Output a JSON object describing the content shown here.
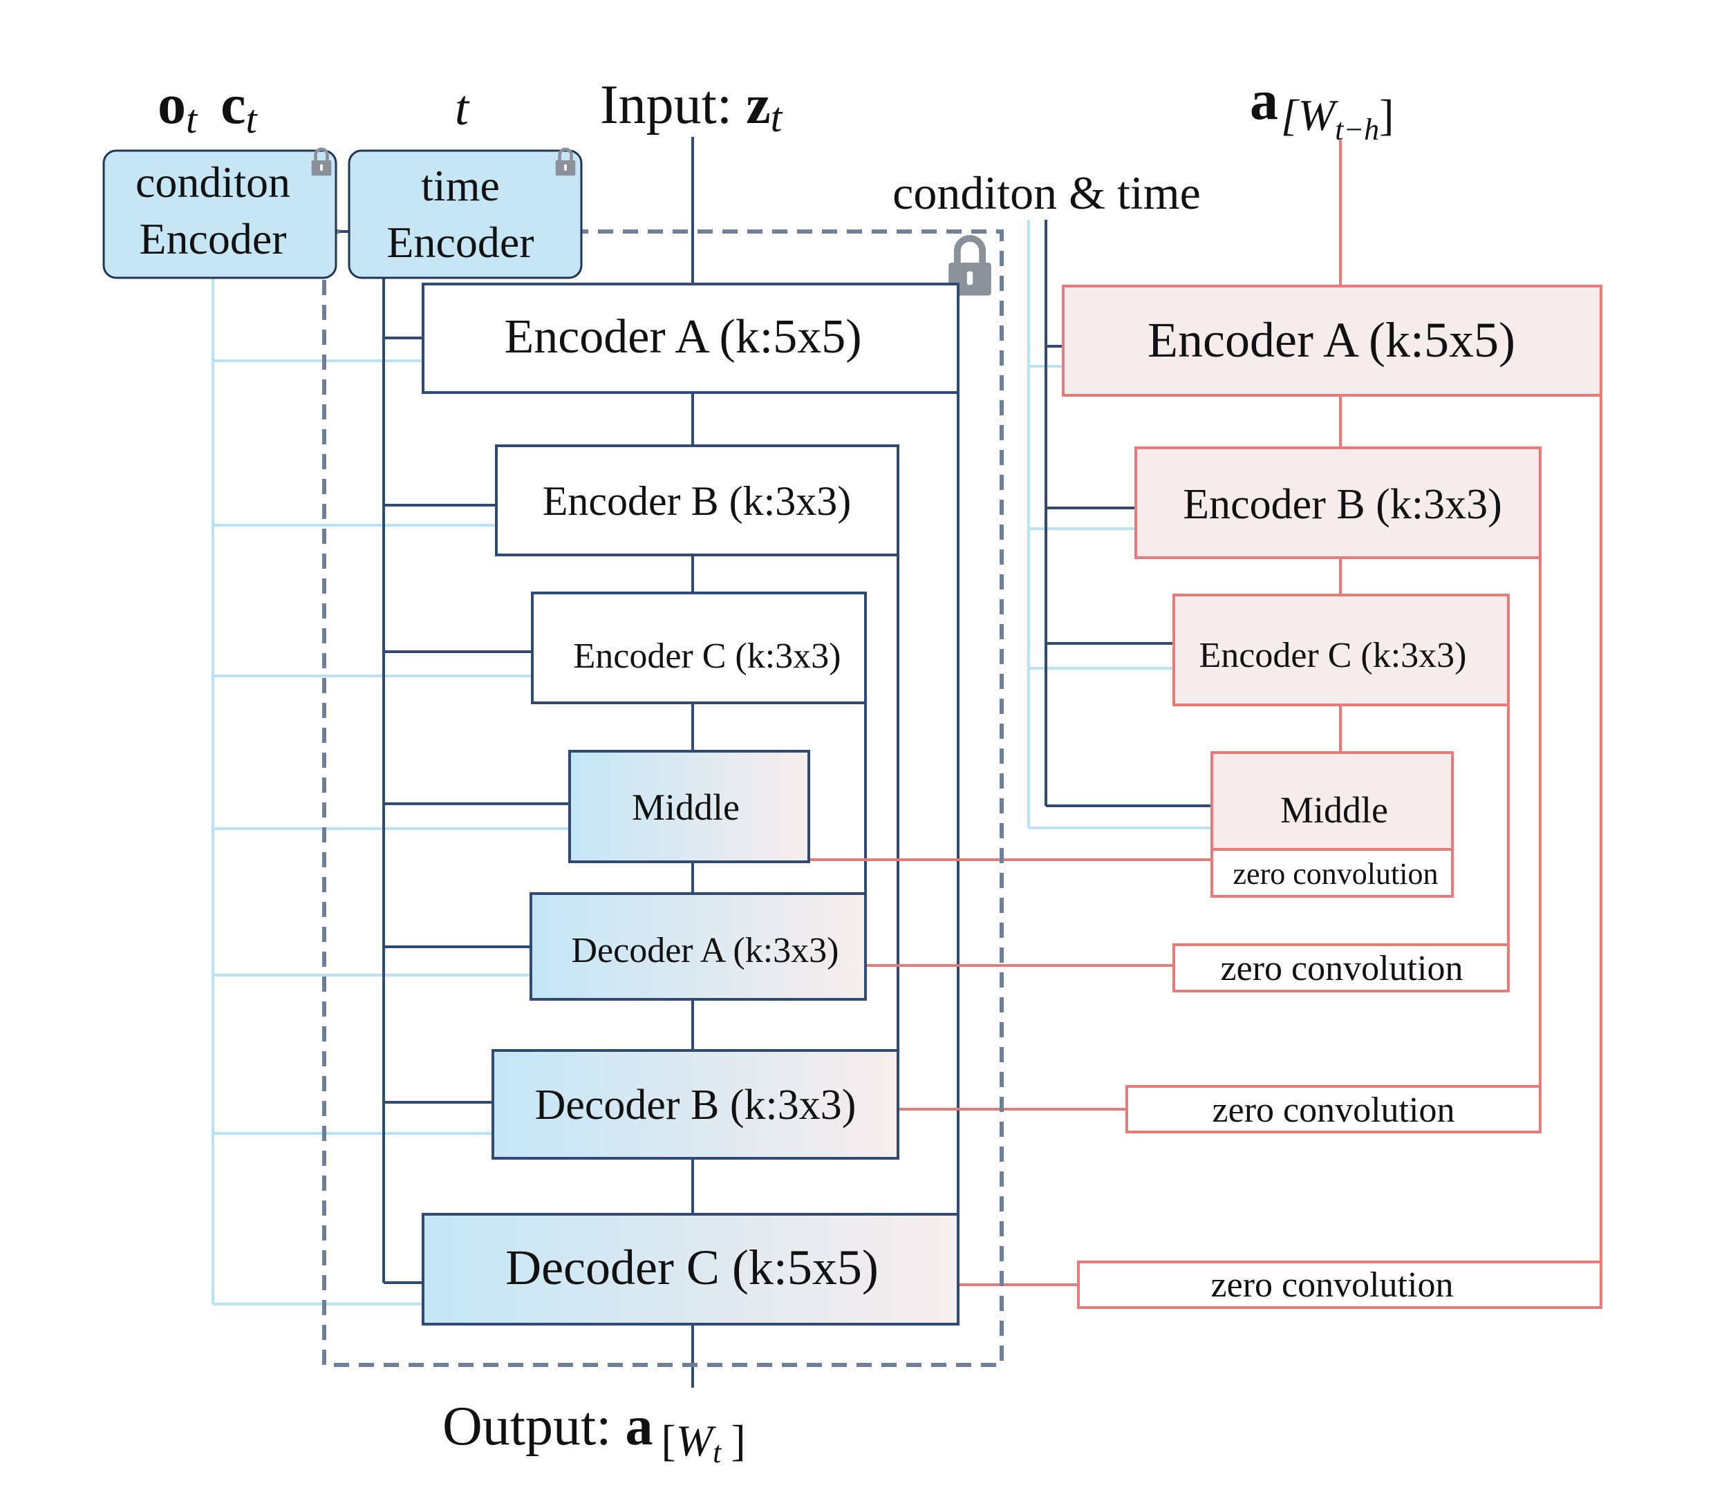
{
  "labels": {
    "input_prefix": "Input: ",
    "input_var": "z",
    "input_sub": "t",
    "output_prefix": "Output: ",
    "output_var": "a",
    "output_sub_open": "[",
    "output_sub_w": "W",
    "output_sub_t": "t",
    "output_sub_close": "]",
    "cond_var_o": "o",
    "cond_var_c": "c",
    "cond_sub": "t",
    "time_var": "t",
    "cond_time": "conditon & time",
    "control_var": "a",
    "control_sub": "[W",
    "control_subsub": "t−h",
    "control_close": "]"
  },
  "encoders": {
    "condition": [
      "conditon",
      "Encoder"
    ],
    "time": [
      "time",
      "Encoder"
    ]
  },
  "main_blocks": {
    "enc_a": "Encoder A (k:5x5)",
    "enc_b": "Encoder B (k:3x3)",
    "enc_c": "Encoder C (k:3x3)",
    "middle": "Middle",
    "dec_a": "Decoder A (k:3x3)",
    "dec_b": "Decoder B (k:3x3)",
    "dec_c": "Decoder C (k:5x5)"
  },
  "control_blocks": {
    "enc_a": "Encoder A (k:5x5)",
    "enc_b": "Encoder B (k:3x3)",
    "enc_c": "Encoder C (k:3x3)",
    "middle": "Middle"
  },
  "zero_conv": {
    "z1": "zero convolution",
    "z2": "zero convolution",
    "z3": "zero convolution",
    "z4": "zero convolution"
  },
  "colors": {
    "navy": "#2f4a74",
    "light_blue": "#b9e3f3",
    "salmon": "#e87b78",
    "pink_fill": "#f7ecec",
    "blue_fill": "#c6e6f6",
    "lock_gray": "#8a9199",
    "dash_gray": "#6e7f99"
  },
  "icons": {
    "lock": "lock-icon"
  }
}
